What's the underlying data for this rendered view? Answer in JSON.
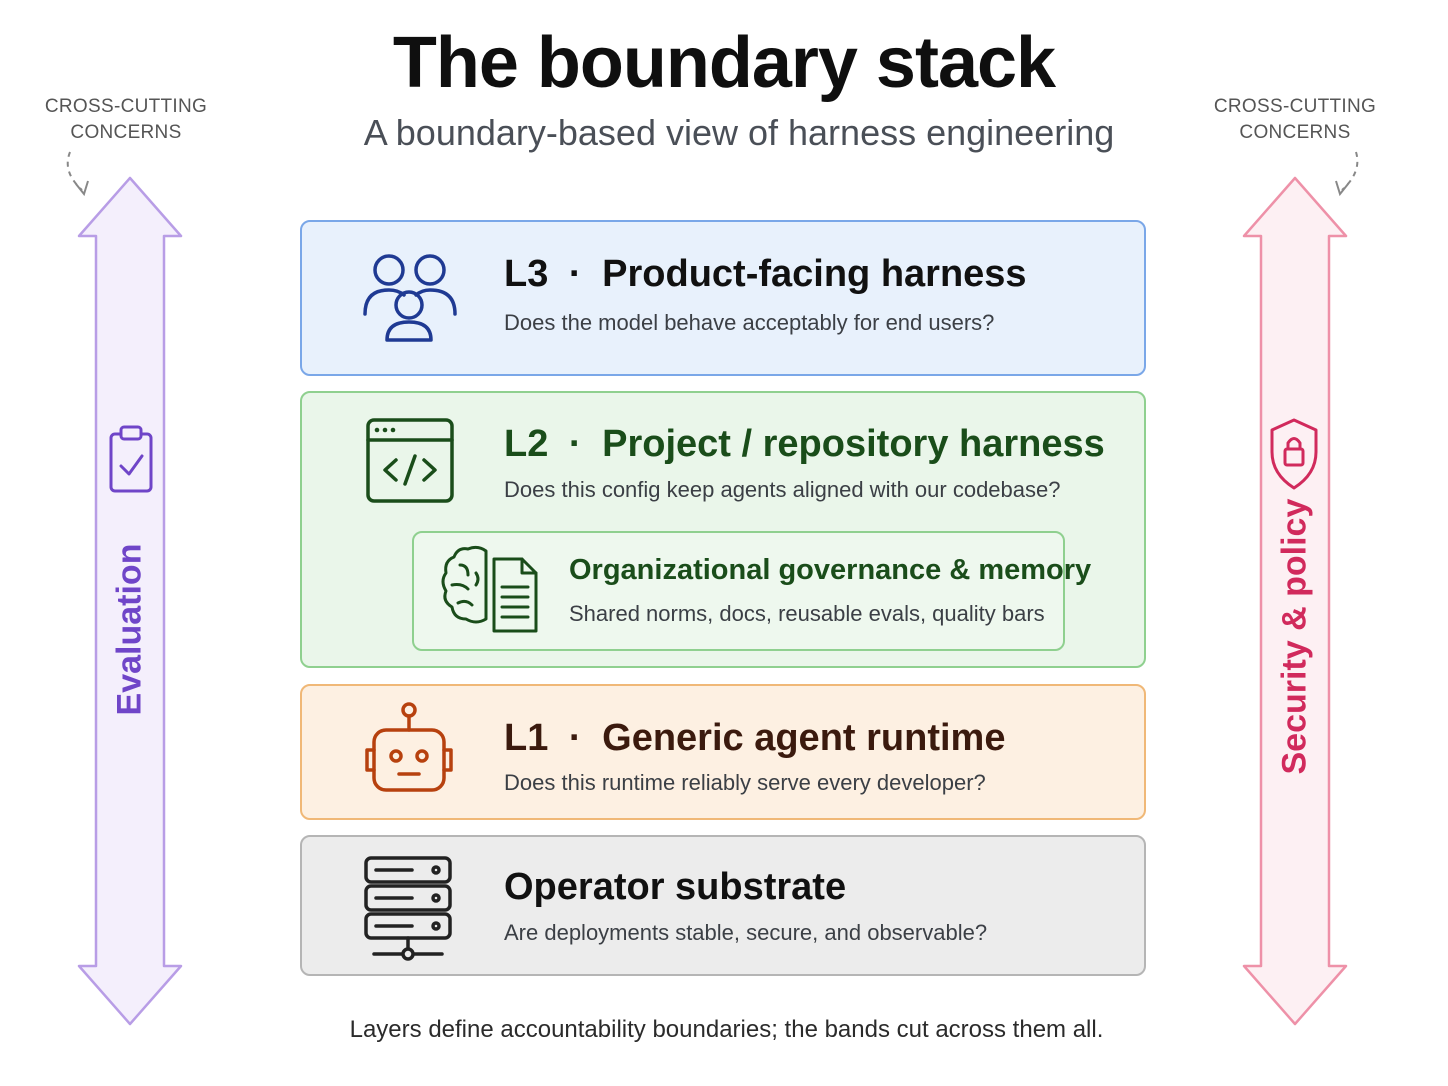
{
  "title": "The boundary stack",
  "subtitle": "A boundary-based view of harness engineering",
  "cross_cutting": {
    "left": [
      "CROSS-CUTTING",
      "CONCERNS"
    ],
    "right": [
      "CROSS-CUTTING",
      "CONCERNS"
    ]
  },
  "bands": {
    "left": {
      "label": "Evaluation",
      "icon": "clipboard-check-icon",
      "color": "#6f45c8"
    },
    "right": {
      "label": "Security & policy",
      "icon": "shield-lock-icon",
      "color": "#d12a5c"
    }
  },
  "layers": {
    "l3": {
      "level": "L3",
      "name": "Product-facing harness",
      "question": "Does the model behave acceptably for end users?",
      "icon": "users-icon",
      "color": "#1f3a93"
    },
    "l2": {
      "level": "L2",
      "name": "Project / repository harness",
      "question": "Does this config keep agents aligned with our codebase?",
      "icon": "code-window-icon",
      "color": "#1a4d1a"
    },
    "org": {
      "name": "Organizational governance & memory",
      "question": "Shared norms, docs, reusable evals, quality bars",
      "icon": "brain-document-icon"
    },
    "l1": {
      "level": "L1",
      "name": "Generic agent runtime",
      "question": "Does this runtime reliably serve every developer?",
      "icon": "robot-icon",
      "color": "#b7410e"
    },
    "l0": {
      "name": "Operator substrate",
      "question": "Are deployments stable, secure, and observable?",
      "icon": "server-icon",
      "color": "#222222"
    }
  },
  "separator": "·",
  "footer": "Layers define accountability boundaries; the bands cut across them all."
}
